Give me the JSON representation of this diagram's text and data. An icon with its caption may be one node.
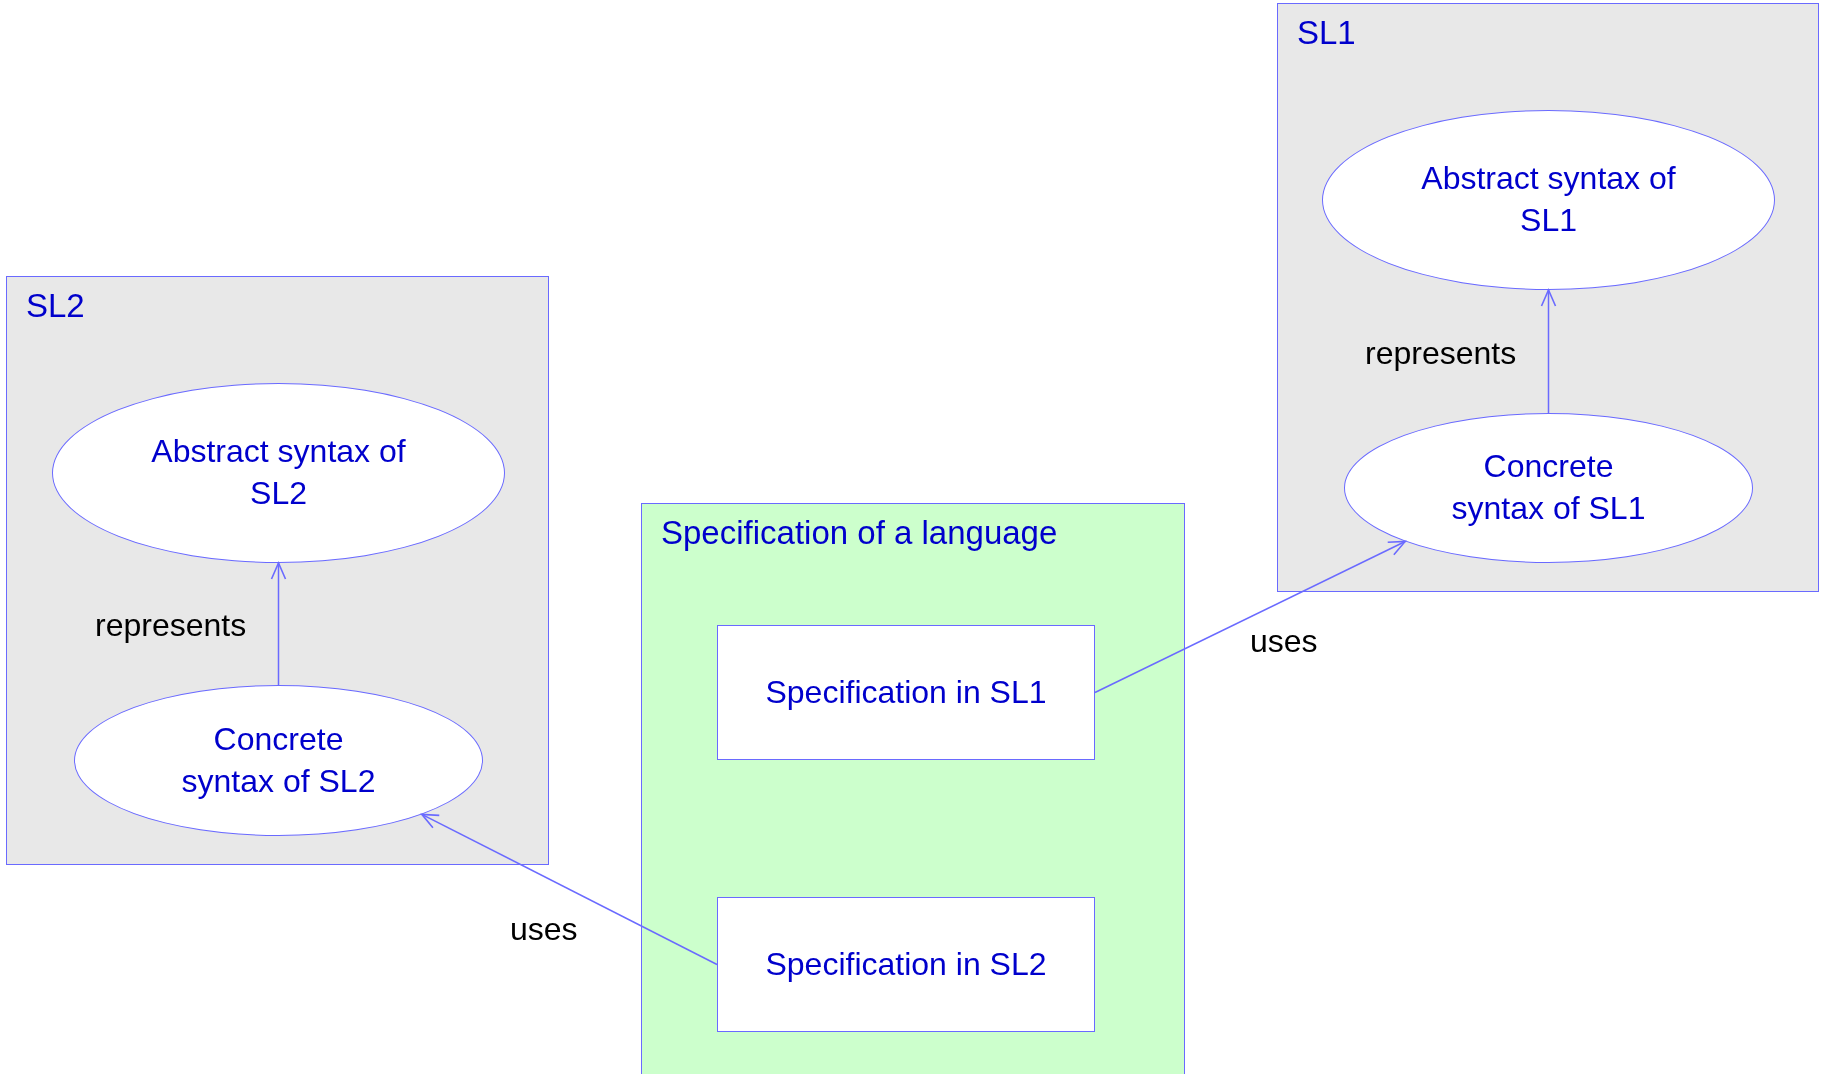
{
  "diagram": {
    "nodes": [
      {
        "text": [
          "SL1"
        ]
      },
      {
        "text": [
          "Abstract syntax of SL1"
        ],
        "in": 0
      },
      {
        "text": [
          "Concrete syntax of SL1"
        ],
        "in": 0
      },
      {
        "text": [
          "SL2"
        ]
      },
      {
        "text": [
          "Abstract syntax of SL2"
        ],
        "in": 3
      },
      {
        "text": [
          "Concrete syntax of SL2"
        ],
        "in": 3
      },
      {
        "text": [
          "Specification of a language"
        ]
      },
      {
        "text": [
          "Specification in SL1"
        ],
        "in": 6
      },
      {
        "text": [
          "Specification in SL2"
        ],
        "in": 6
      }
    ],
    "edges": [
      {
        "from": 2,
        "to": 1,
        "arrow": "to",
        "label": "represents"
      },
      {
        "from": 7,
        "to": 2,
        "arrow": "to",
        "label": "uses"
      },
      {
        "from": 5,
        "to": 4,
        "arrow": "to",
        "label": "represents"
      },
      {
        "from": 8,
        "to": 5,
        "arrow": "to",
        "label": "uses"
      }
    ]
  }
}
